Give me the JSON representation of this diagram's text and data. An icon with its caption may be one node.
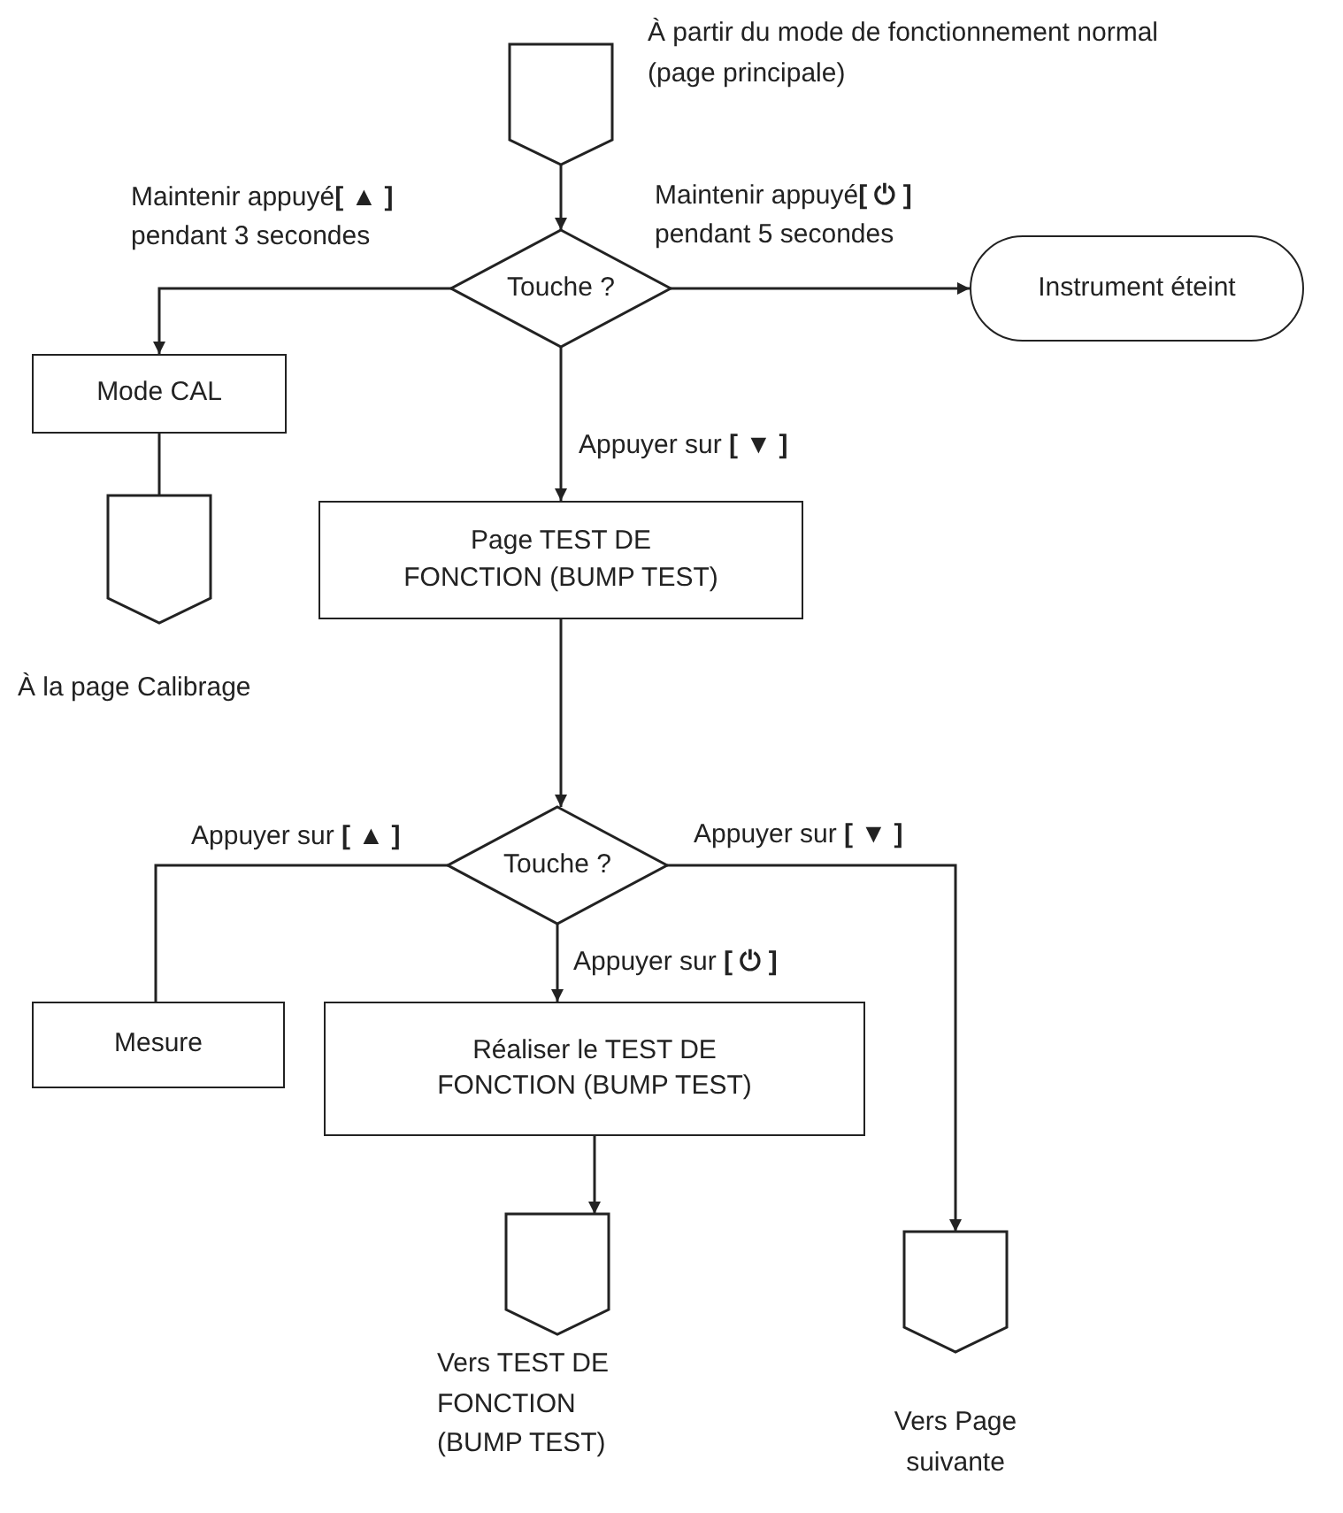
{
  "diagram": {
    "nodes": [
      {
        "text": [],
        "shape": "pentagon",
        "beside": [
          "À partir du mode de fonctionnement normal (page principale)"
        ]
      },
      {
        "text": [
          "Touche ?"
        ]
      },
      {
        "text": [
          "Instrument éteint"
        ]
      },
      {
        "text": [
          "Mode CAL"
        ]
      },
      {
        "text": [],
        "shape": "pentagon",
        "beside": [
          "À la page Calibrage"
        ]
      },
      {
        "text": [
          "Page TEST DE FONCTION (BUMP TEST)"
        ]
      },
      {
        "text": [
          "Touche ?"
        ]
      },
      {
        "text": [
          "Mesure"
        ]
      },
      {
        "text": [
          "Réaliser le TEST DE FONCTION (BUMP TEST)"
        ]
      },
      {
        "text": [],
        "shape": "pentagon",
        "beside": [
          "Vers TEST DE FONCTION (BUMP TEST)"
        ]
      },
      {
        "text": [],
        "shape": "pentagon",
        "beside": [
          "Vers Page suivante"
        ]
      }
    ],
    "edges": [
      {
        "from": 0,
        "to": 1,
        "arrow": "to"
      },
      {
        "from": 1,
        "to": 3,
        "arrow": "to",
        "label": "Maintenir appuyé**[ ▲ ]** pendant 3 secondes"
      },
      {
        "from": 1,
        "to": 2,
        "arrow": "to",
        "label": "Maintenir appuyé**[ ⏻ ]** pendant 5 secondes"
      },
      {
        "from": 1,
        "to": 5,
        "arrow": "to",
        "label": "Appuyer sur **[ ▼ ]**"
      },
      {
        "from": 3,
        "to": 4,
        "arrow": "none"
      },
      {
        "from": 5,
        "to": 6,
        "arrow": "to"
      },
      {
        "from": 6,
        "to": 7,
        "arrow": "none",
        "label": "Appuyer sur **[ ▲ ]**"
      },
      {
        "from": 6,
        "to": 8,
        "arrow": "to",
        "label": "Appuyer sur **[ ⏻ ]**"
      },
      {
        "from": 6,
        "to": 10,
        "arrow": "to",
        "label": "Appuyer sur **[ ▼ ]**"
      },
      {
        "from": 8,
        "to": 9,
        "arrow": "to"
      }
    ]
  }
}
